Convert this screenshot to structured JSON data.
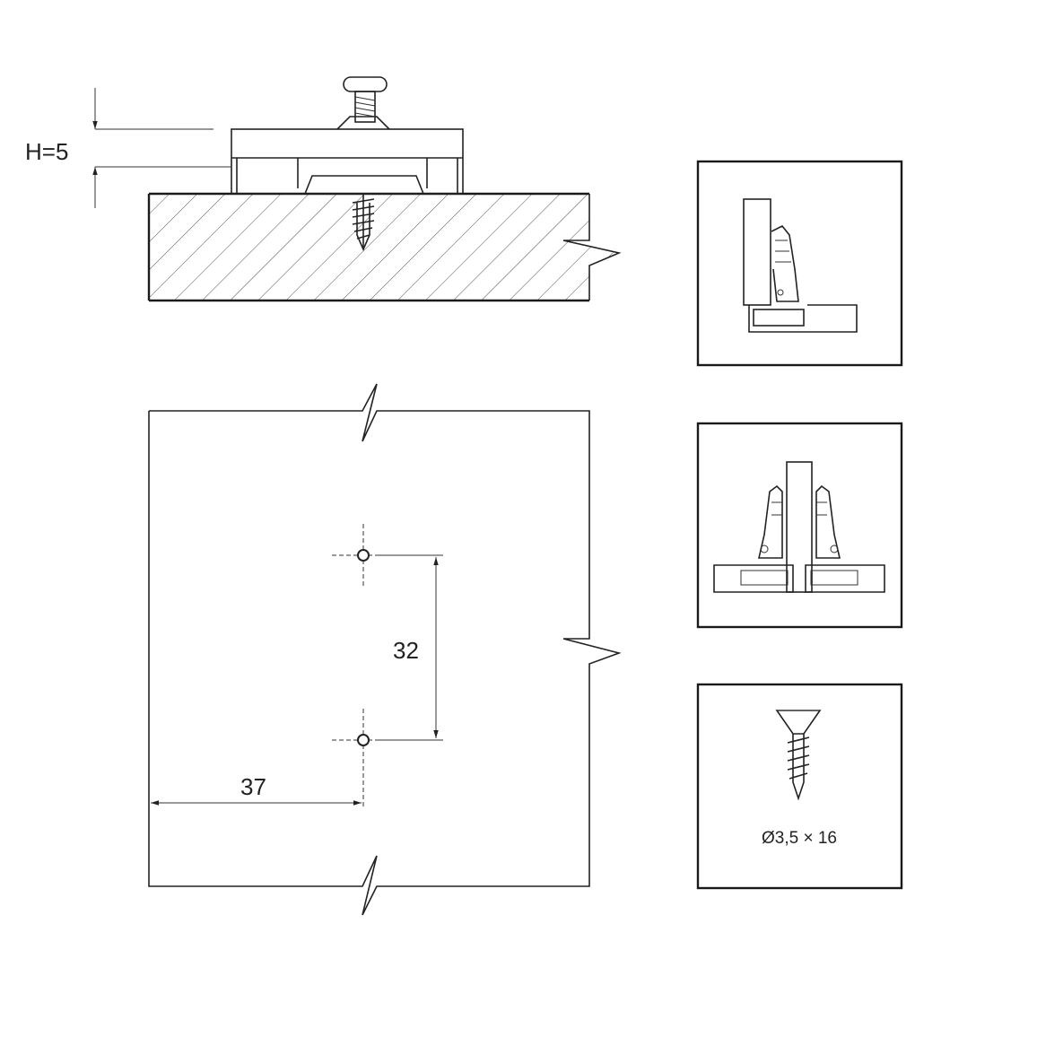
{
  "labels": {
    "plate_height": "H=5",
    "hole_spacing": "32",
    "edge_offset": "37",
    "screw_spec": "Ø3,5 × 16"
  },
  "colors": {
    "line": "#222222",
    "background": "#ffffff",
    "hatch": "#555555"
  }
}
